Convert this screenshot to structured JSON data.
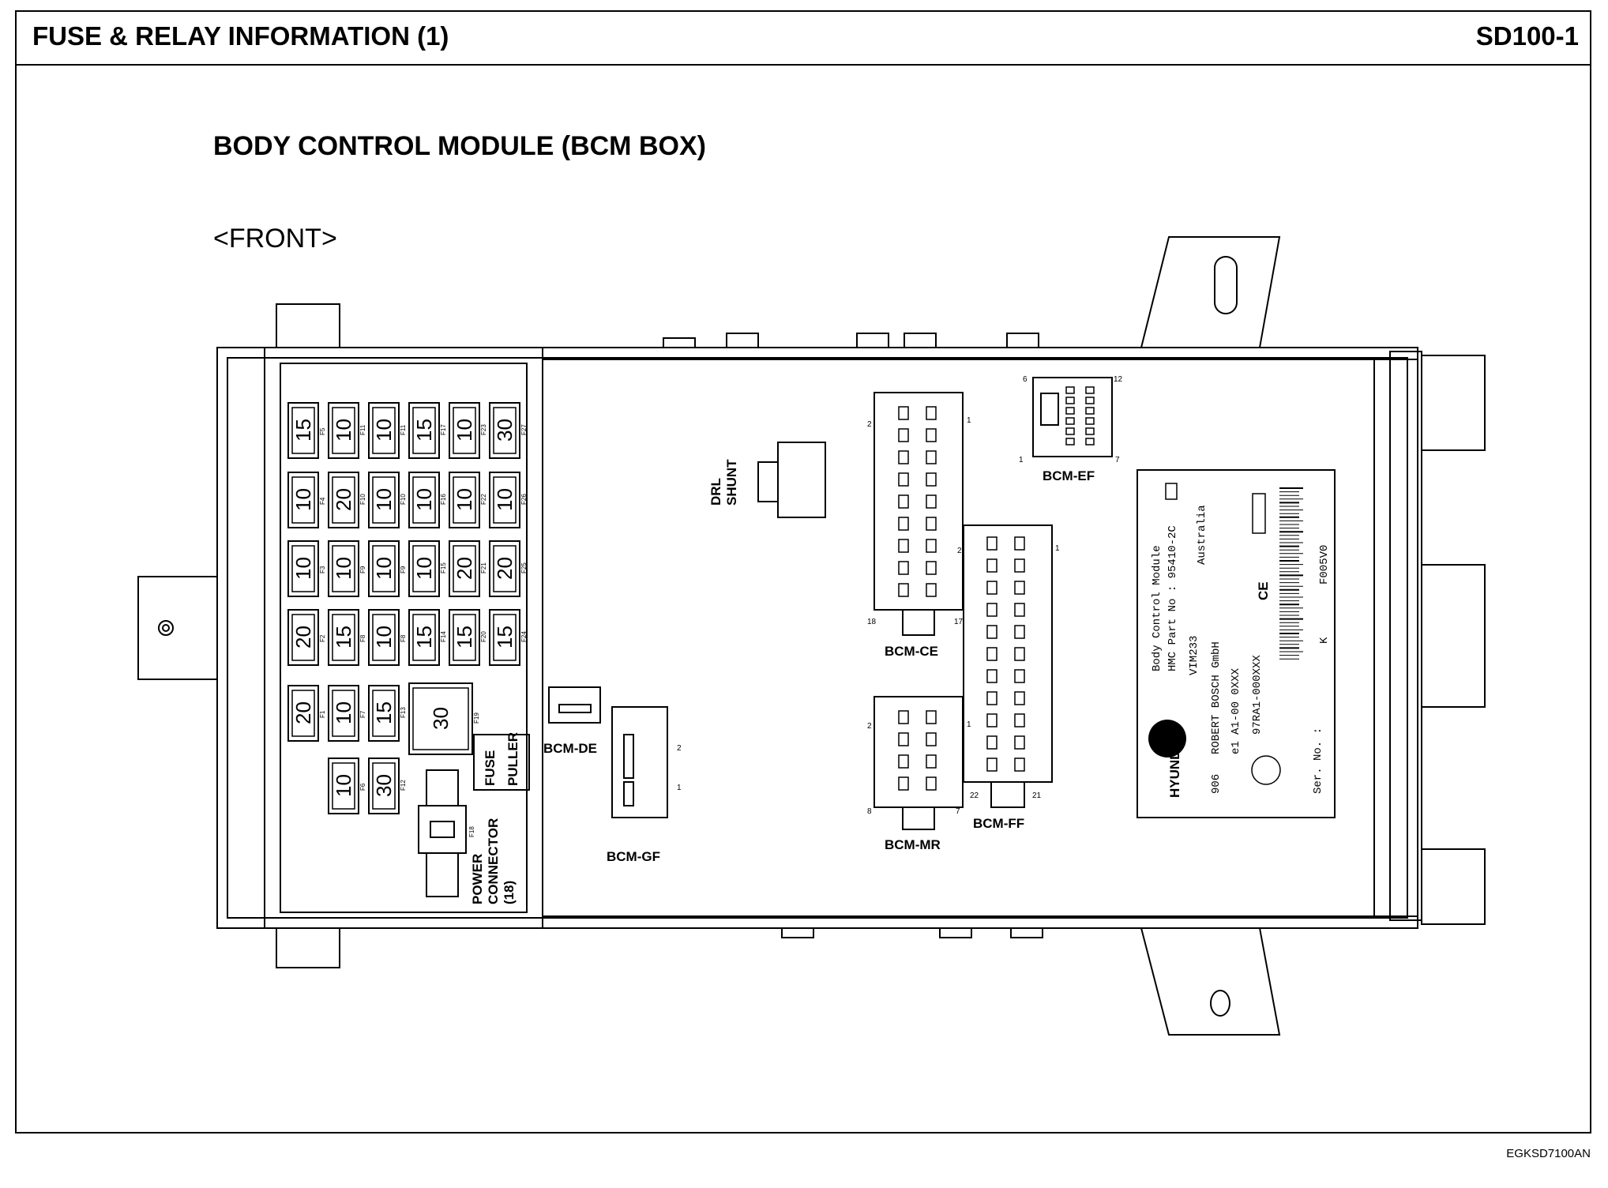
{
  "header": {
    "title": "FUSE & RELAY INFORMATION (1)",
    "code": "SD100-1"
  },
  "diagram": {
    "title": "BODY CONTROL MODULE (BCM BOX)",
    "view": "<FRONT>",
    "fuses": [
      {
        "id": "F5",
        "rating": "15"
      },
      {
        "id": "F11",
        "rating": "10"
      },
      {
        "id": "F11",
        "rating": "10"
      },
      {
        "id": "F17",
        "rating": "15"
      },
      {
        "id": "F23",
        "rating": "10"
      },
      {
        "id": "F27",
        "rating": "30"
      },
      {
        "id": "F4",
        "rating": "10"
      },
      {
        "id": "F10",
        "rating": "20"
      },
      {
        "id": "F10",
        "rating": "10"
      },
      {
        "id": "F16",
        "rating": "10"
      },
      {
        "id": "F22",
        "rating": "10"
      },
      {
        "id": "F26",
        "rating": "10"
      },
      {
        "id": "F3",
        "rating": "10"
      },
      {
        "id": "F9",
        "rating": "10"
      },
      {
        "id": "F9",
        "rating": "10"
      },
      {
        "id": "F15",
        "rating": "10"
      },
      {
        "id": "F21",
        "rating": "20"
      },
      {
        "id": "F25",
        "rating": "20"
      },
      {
        "id": "F2",
        "rating": "20"
      },
      {
        "id": "F8",
        "rating": "15"
      },
      {
        "id": "F8",
        "rating": "10"
      },
      {
        "id": "F14",
        "rating": "15"
      },
      {
        "id": "F20",
        "rating": "15"
      },
      {
        "id": "F24",
        "rating": "15"
      },
      {
        "id": "F1",
        "rating": "20"
      },
      {
        "id": "F7",
        "rating": "10"
      },
      {
        "id": "F13",
        "rating": "15"
      },
      {
        "id": "F19",
        "rating": "30"
      },
      {
        "id": "F6",
        "rating": "10"
      },
      {
        "id": "F12",
        "rating": "30"
      }
    ],
    "fuse_puller": [
      "FUSE",
      "PULLER"
    ],
    "power_connector": [
      "POWER",
      "CONNECTOR",
      "(18)"
    ],
    "power_connector_id": "F18",
    "drl_shunt": [
      "DRL",
      "SHUNT"
    ],
    "connectors": {
      "bcm_de": {
        "label": "BCM-DE"
      },
      "bcm_gf": {
        "label": "BCM-GF",
        "pins": [
          "2",
          "1"
        ]
      },
      "bcm_ce": {
        "label": "BCM-CE",
        "pins": [
          "2",
          "1",
          "18",
          "17"
        ]
      },
      "bcm_mr": {
        "label": "BCM-MR",
        "pins": [
          "2",
          "1",
          "8",
          "7"
        ]
      },
      "bcm_ff": {
        "label": "BCM-FF",
        "pins": [
          "2",
          "1",
          "22",
          "21"
        ]
      },
      "bcm_ef": {
        "label": "BCM-EF",
        "pins": [
          "6",
          "12",
          "1",
          "7"
        ]
      }
    },
    "module_label": {
      "brand": "HYUNDAI",
      "lines": [
        "Body Control Module",
        "HMC Part No : 95410-2C",
        "VIM233",
        "ROBERT BOSCH GmbH",
        "A1-00 0XXX",
        "97RA1-000XXX",
        "Ser. No. :"
      ],
      "region": "Australia",
      "code": "F005V0",
      "mark_k": "K",
      "ce": "CE",
      "num": "906",
      "e1": "e1"
    }
  },
  "doc_code": "EGKSD7100AN"
}
